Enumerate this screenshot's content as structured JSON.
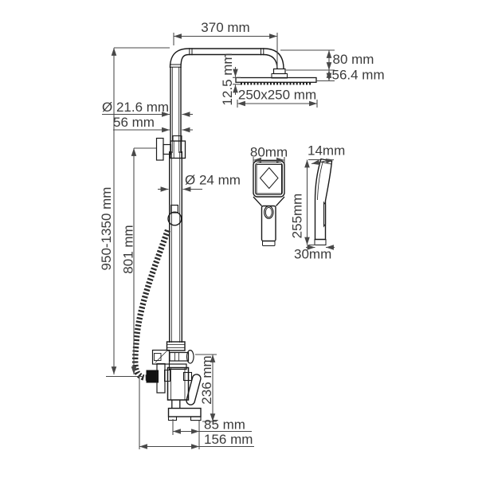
{
  "drawing": {
    "subject": "shower-system-technical-drawing",
    "colors": {
      "outline": "#1a1a1a",
      "dimension_lines": "#484848",
      "text": "#3b3b3b",
      "dark_fill": "#111111",
      "background": "#ffffff"
    },
    "column": {
      "height_label": "950-1350 mm",
      "bracket_height_label": "801 mm",
      "upper_pipe_diameter_label": "Ø 21.6 mm",
      "wall_offset_label": "56 mm",
      "lower_pipe_diameter_label": "Ø 24 mm"
    },
    "overhead_shower": {
      "arm_reach_label": "370 mm",
      "arm_drop_label": "80 mm",
      "head_mount_height_label": "56.4 mm",
      "head_thickness_label": "12.5 mm",
      "head_size_label": "250x250 mm"
    },
    "hand_shower": {
      "width_label": "80mm",
      "depth_label": "14mm",
      "length_label": "255mm",
      "handle_width_label": "30mm"
    },
    "mixer": {
      "height_label": "236 mm",
      "spout_reach_label": "85 mm",
      "total_depth_label": "156 mm"
    }
  }
}
